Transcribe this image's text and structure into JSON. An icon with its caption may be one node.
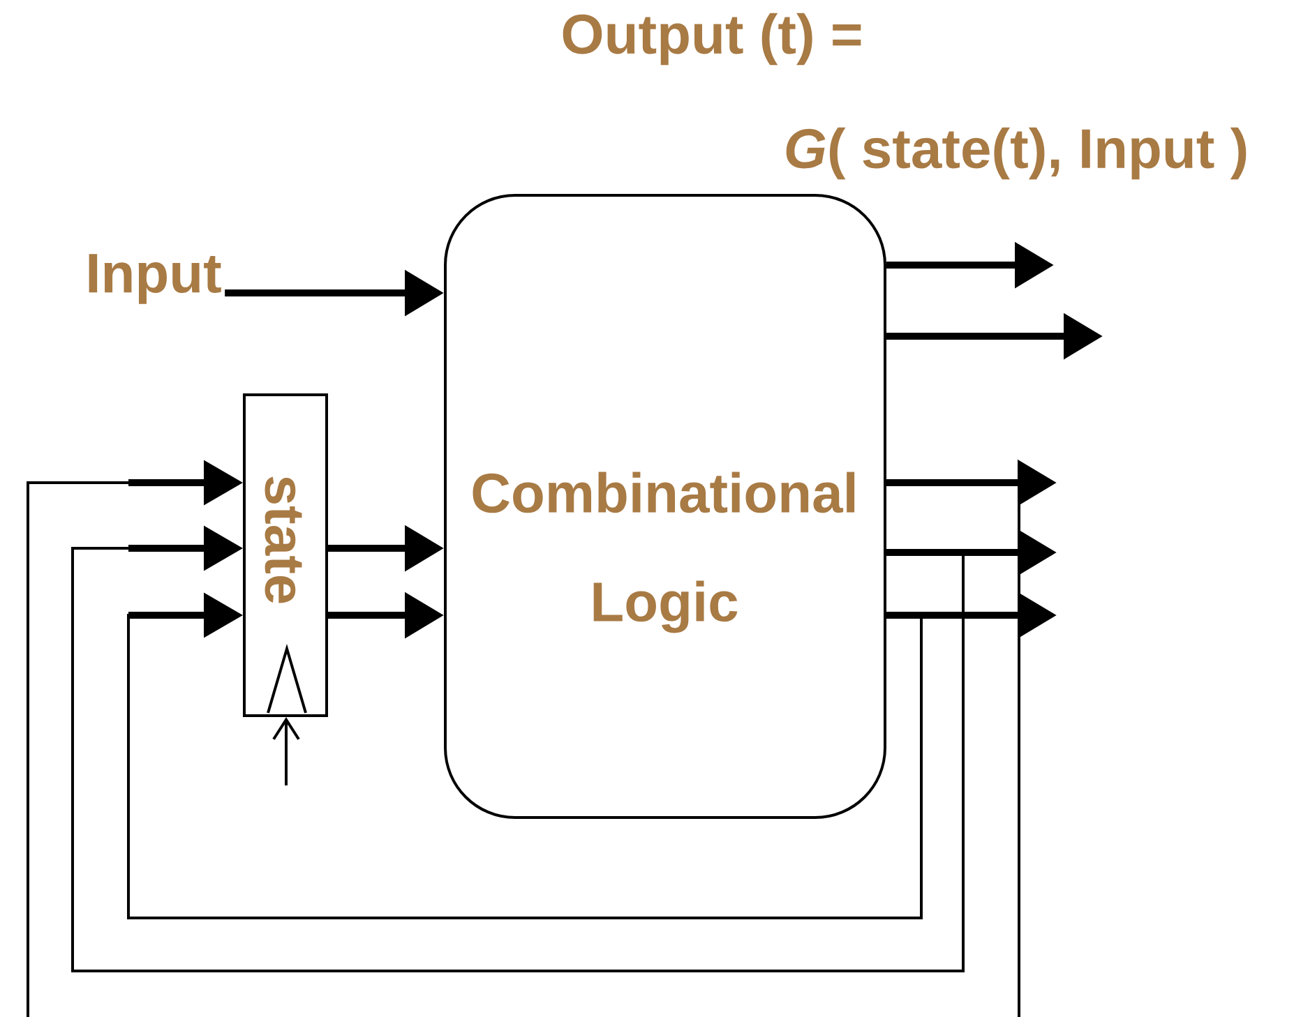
{
  "diagram": {
    "nodes": [
      {
        "text": [
          "Combinational Logic"
        ]
      },
      {
        "text": [
          "state"
        ]
      },
      {
        "text": [
          "Input"
        ]
      }
    ],
    "edges": [
      {
        "from": 2,
        "to": 0,
        "arrow": "to"
      },
      {
        "from": 1,
        "to": 0,
        "arrow": "to"
      },
      {
        "from": 1,
        "to": 0,
        "arrow": "to"
      },
      {
        "from": 0,
        "to": null,
        "arrow": "to"
      },
      {
        "from": 0,
        "to": null,
        "arrow": "to"
      },
      {
        "from": 0,
        "to": null,
        "arrow": "to"
      },
      {
        "from": 0,
        "to": null,
        "arrow": "to"
      },
      {
        "from": 0,
        "to": null,
        "arrow": "to"
      },
      {
        "from": 0,
        "to": 1,
        "arrow": "to"
      },
      {
        "from": 0,
        "to": 1,
        "arrow": "to"
      },
      {
        "from": 0,
        "to": 1,
        "arrow": "to"
      },
      {
        "from": null,
        "to": 1,
        "arrow": "to"
      }
    ],
    "labels": [
      "Output (t) =",
      "*G*( state(t), Input )"
    ]
  }
}
